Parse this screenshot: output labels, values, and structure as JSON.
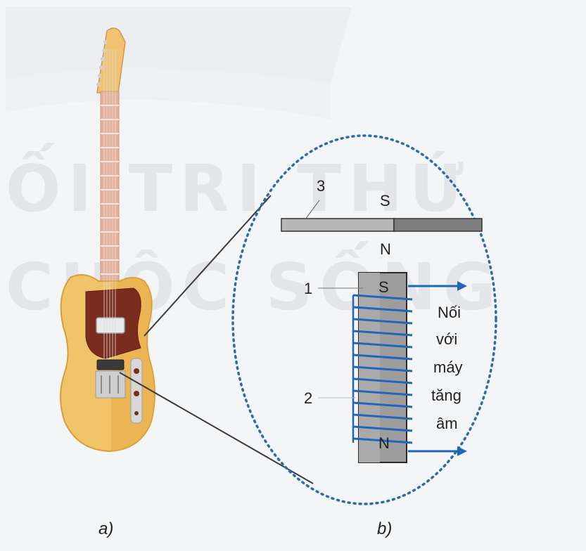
{
  "watermark": {
    "line1": "ỐI TRI THỨ",
    "line2": "CUỘC SỐNG"
  },
  "captions": {
    "a": "a)",
    "b": "b)"
  },
  "labels": {
    "n1": "1",
    "n2": "2",
    "n3": "3",
    "S_top": "S",
    "N_top": "N",
    "S_core": "S",
    "N_core": "N"
  },
  "side_text": [
    "Nối",
    "với",
    "máy",
    "tăng",
    "âm"
  ],
  "colors": {
    "wire": "#2166b8",
    "guitar_body": "#f2c46a",
    "pickguard": "#7a2d1e",
    "neck": "#e9b49a",
    "magnet": "#9d9d9d"
  }
}
